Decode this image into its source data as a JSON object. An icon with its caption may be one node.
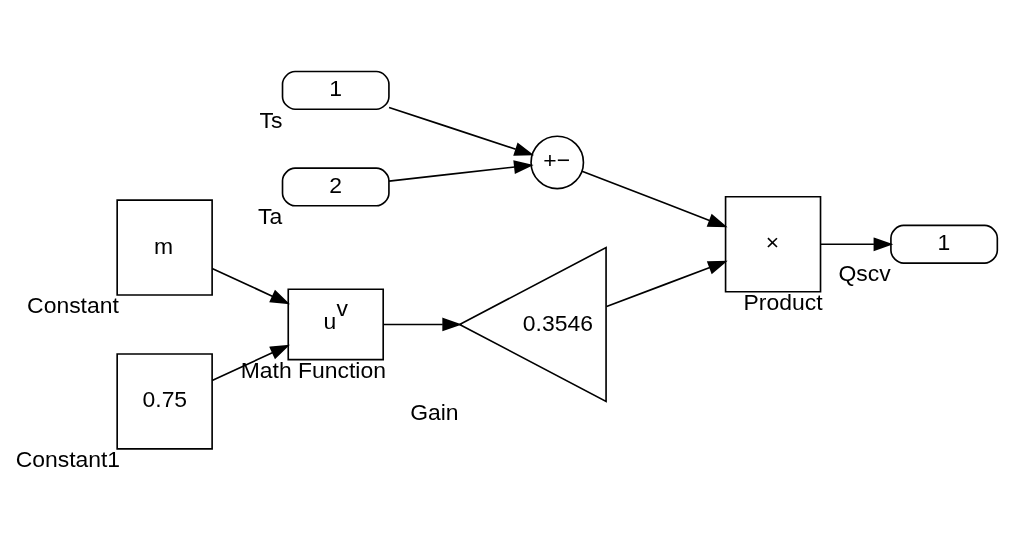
{
  "diagram": {
    "nodes": [
      {
        "text": [
          "1"
        ],
        "beside": [
          "Ts"
        ]
      },
      {
        "text": [
          "2"
        ],
        "beside": [
          "Ta"
        ]
      },
      {
        "text": [
          "+−"
        ]
      },
      {
        "text": [
          "m"
        ],
        "beside": [
          "Constant"
        ]
      },
      {
        "text": [
          "0.75"
        ],
        "beside": [
          "Constant1"
        ]
      },
      {
        "text": [
          "u$^{v}$"
        ],
        "beside": [
          "Math Function"
        ]
      },
      {
        "text": [
          "0.3546"
        ],
        "beside": [
          "Gain"
        ]
      },
      {
        "text": [
          "×"
        ],
        "beside": [
          "Product"
        ]
      },
      {
        "text": [
          "1"
        ],
        "beside": [
          "Qscv"
        ]
      }
    ],
    "edges": [
      {
        "from": 0,
        "to": 2,
        "arrow": "to"
      },
      {
        "from": 1,
        "to": 2,
        "arrow": "to"
      },
      {
        "from": 3,
        "to": 5,
        "arrow": "to"
      },
      {
        "from": 4,
        "to": 5,
        "arrow": "to"
      },
      {
        "from": 5,
        "to": 6,
        "arrow": "to"
      },
      {
        "from": 2,
        "to": 7,
        "arrow": "to"
      },
      {
        "from": 6,
        "to": 7,
        "arrow": "to"
      },
      {
        "from": 7,
        "to": 8,
        "arrow": "to"
      }
    ]
  }
}
